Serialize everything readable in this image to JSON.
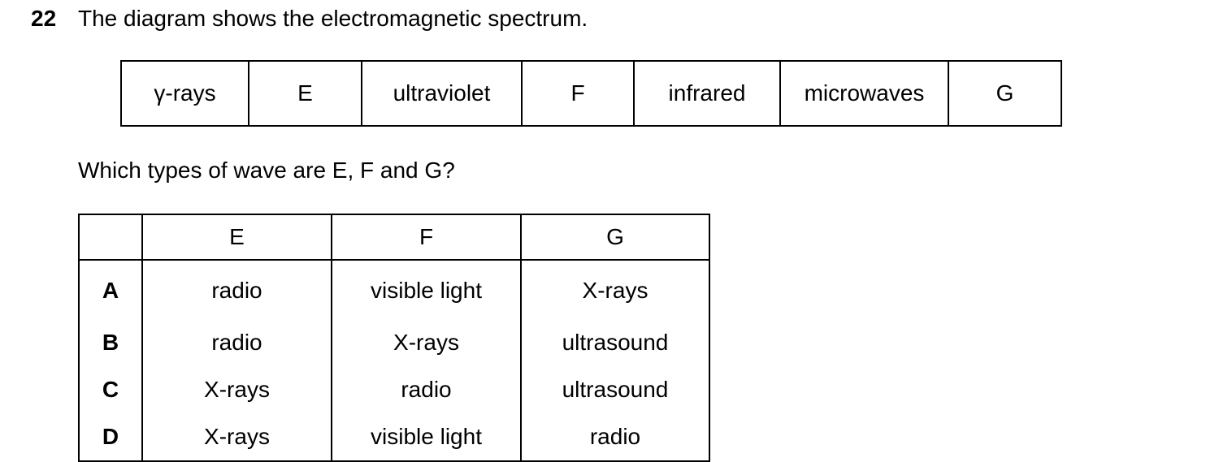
{
  "question": {
    "number": "22",
    "stem": "The diagram shows the electromagnetic spectrum.",
    "prompt": "Which types of wave are E, F and G?"
  },
  "spectrum": [
    "γ-rays",
    "E",
    "ultraviolet",
    "F",
    "infrared",
    "microwaves",
    "G"
  ],
  "options_table": {
    "headers": [
      "",
      "E",
      "F",
      "G"
    ],
    "rows": [
      {
        "letter": "A",
        "E": "radio",
        "F": "visible light",
        "G": "X-rays"
      },
      {
        "letter": "B",
        "E": "radio",
        "F": "X-rays",
        "G": "ultrasound"
      },
      {
        "letter": "C",
        "E": "X-rays",
        "F": "radio",
        "G": "ultrasound"
      },
      {
        "letter": "D",
        "E": "X-rays",
        "F": "visible light",
        "G": "radio"
      }
    ]
  }
}
